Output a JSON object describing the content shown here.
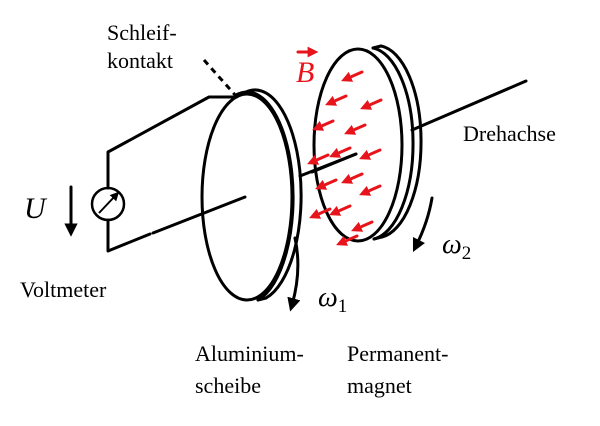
{
  "labels": {
    "schleif_line1": "Schleif-",
    "schleif_line2": "kontakt",
    "drehachse": "Drehachse",
    "voltmeter": "Voltmeter",
    "alu_line1": "Aluminium-",
    "alu_line2": "scheibe",
    "perm_line1": "Permanent-",
    "perm_line2": "magnet"
  },
  "symbols": {
    "voltage": "U",
    "field": "B",
    "omega": "ω",
    "omega1_sub": "1",
    "omega2_sub": "2"
  },
  "colors": {
    "line": "#000000",
    "field": "#e8141b",
    "background": "#ffffff"
  },
  "field_arrow_count": 15,
  "icons": [
    "voltmeter-gauge-icon",
    "rotation-arrow-icon",
    "vector-arrow-icon"
  ]
}
